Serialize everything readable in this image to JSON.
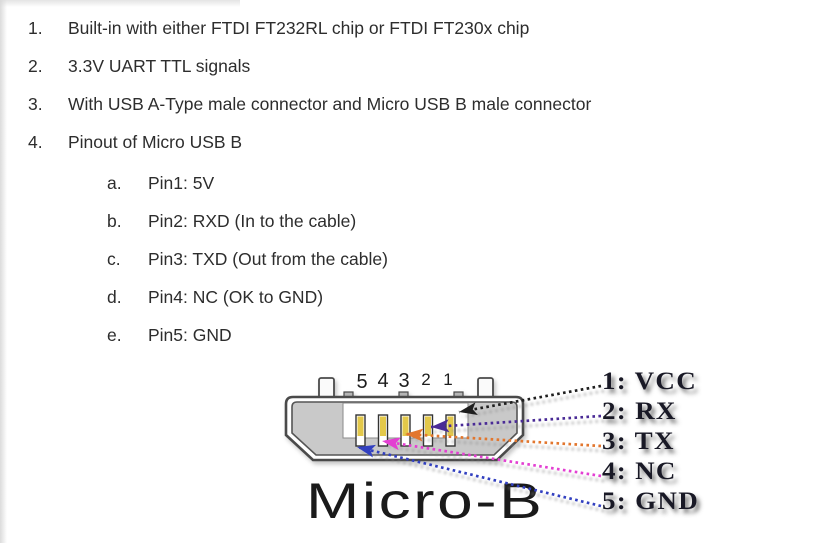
{
  "page": {
    "list": {
      "items": [
        {
          "marker": "1.",
          "text": "Built-in with either FTDI FT232RL chip or FTDI FT230x chip"
        },
        {
          "marker": "2.",
          "text": "3.3V UART TTL signals"
        },
        {
          "marker": "3.",
          "text": "With USB A-Type male connector and Micro USB B male connector"
        },
        {
          "marker": "4.",
          "text": "Pinout of Micro USB B"
        }
      ],
      "sub_items": [
        {
          "marker": "a.",
          "text": "Pin1: 5V"
        },
        {
          "marker": "b.",
          "text": "Pin2: RXD (In to the cable)"
        },
        {
          "marker": "c.",
          "text": "Pin3: TXD (Out from the cable)"
        },
        {
          "marker": "d.",
          "text": "Pin4: NC (OK to GND)"
        },
        {
          "marker": "e.",
          "text": "Pin5: GND"
        }
      ]
    },
    "diagram": {
      "caption": "Micro-B",
      "pin_numbers": [
        "5",
        "4",
        "3",
        "2",
        "1"
      ],
      "pin_labels": [
        {
          "text": "1: VCC",
          "pin": "1",
          "signal": "VCC",
          "line_color": "#1f1f1f"
        },
        {
          "text": "2: RX",
          "pin": "2",
          "signal": "RX",
          "line_color": "#4a2b96"
        },
        {
          "text": "3: TX",
          "pin": "3",
          "signal": "TX",
          "line_color": "#e2762e"
        },
        {
          "text": "4: NC",
          "pin": "4",
          "signal": "NC",
          "line_color": "#e33fd2"
        },
        {
          "text": "5: GND",
          "pin": "5",
          "signal": "GND",
          "line_color": "#3240c0"
        }
      ],
      "colors": {
        "body_fill": "#c9c9c9",
        "recess_fill": "#ffffff",
        "pin_gold": "#e3c84a",
        "outline": "#4a4a4a"
      }
    }
  }
}
